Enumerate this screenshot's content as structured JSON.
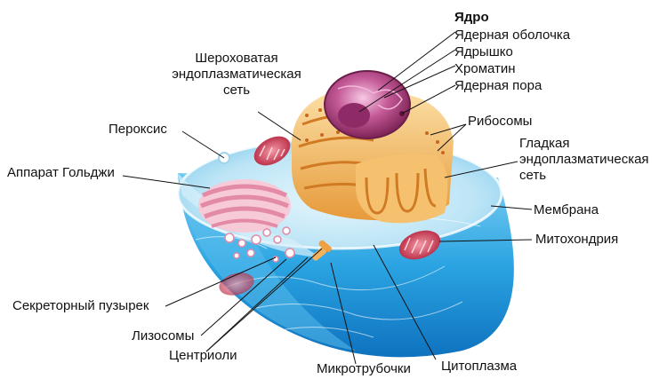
{
  "labels": {
    "nucleus": "Ядро",
    "nuclear_envelope": "Ядерная оболочка",
    "nucleolus": "Ядрышко",
    "chromatin": "Хроматин",
    "nuclear_pore": "Ядерная пора",
    "rough_er": "Шероховатая эндоплазматическая сеть",
    "ribosomes": "Рибосомы",
    "smooth_er": "Гладкая эндоплазматическая сеть",
    "peroxisome": "Пероксис",
    "golgi": "Аппарат Гольджи",
    "membrane": "Мембрана",
    "mitochondrion": "Митохондрия",
    "secretory_vesicle": "Секреторный пузырек",
    "lysosomes": "Лизосомы",
    "centrioles": "Центриоли",
    "microtubules": "Микротрубочки",
    "cytoplasm": "Цитоплазма"
  },
  "label_lines": {
    "rough_er": [
      "Шероховатая",
      "эндоплазматическая",
      "сеть"
    ],
    "smooth_er": [
      "Гладкая",
      "эндоплазматическая",
      "сеть"
    ]
  },
  "colors": {
    "cytoplasm_dark": "#1a8fd6",
    "cytoplasm_light": "#bfe6f7",
    "nucleus": "#a6447e",
    "er": "#f0b257",
    "golgi": "#f2b8c9",
    "mitochondrion": "#c8334a"
  }
}
